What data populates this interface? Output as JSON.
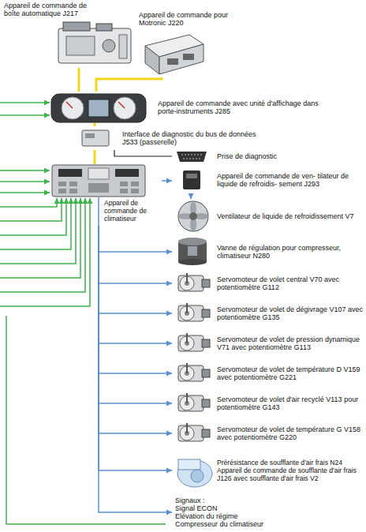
{
  "diagram": {
    "nodes": [
      {
        "text": [
          "Appareil de commande de boîte automatique J217"
        ]
      },
      {
        "text": [
          "Appareil de commande pour Motronic J220"
        ]
      },
      {
        "text": [
          "Appareil de commande avec unité d'affichage dans porte-instruments J285"
        ]
      },
      {
        "text": [
          "Interface de diagnostic du bus de données J533 (passerelle)"
        ]
      },
      {
        "text": [
          "Prise de diagnostic"
        ]
      },
      {
        "text": [
          "Appareil de commande de ven- tilateur de liquide de refroidis- sement J293"
        ]
      },
      {
        "text": [
          "Appareil de commande de climatiseur"
        ]
      },
      {
        "text": [
          "Ventilateur de liquide de refroidissement V7"
        ]
      },
      {
        "text": [
          "Vanne de régulation pour compresseur, climatiseur N280"
        ]
      },
      {
        "text": [
          "Servomoteur de volet central V70 avec potentiomètre G112"
        ]
      },
      {
        "text": [
          "Servomoteur de volet de dégivrage V107 avec potentiomètre G135"
        ]
      },
      {
        "text": [
          "Servomoteur de volet de pression dynamique V71 avec potentiomètre G113"
        ]
      },
      {
        "text": [
          "Servomoteur de volet de température D V159 avec potentiomètre G221"
        ]
      },
      {
        "text": [
          "Servomoteur de volet d'air recyclé V113 pour potentiomètre G143"
        ]
      },
      {
        "text": [
          "Servomoteur de volet de température G V158 avec potentiomètre G220"
        ]
      },
      {
        "text": [
          "Prérésistance de soufflante d'air frais N24",
          "Appareil de commande de soufflante d'air frais J126 avec soufflante d'air frais V2"
        ]
      },
      {
        "text": [
          "Signaux :",
          "Signal ECON",
          "Elévation du régime",
          "Compresseur du climatiseur"
        ]
      }
    ],
    "edges": [
      {
        "from": 0,
        "to": 2,
        "arrow": "none"
      },
      {
        "from": 1,
        "to": 2,
        "arrow": "none"
      },
      {
        "from": 2,
        "to": 3,
        "arrow": "none"
      },
      {
        "from": 3,
        "to": 6,
        "arrow": "none"
      },
      {
        "from": 3,
        "to": 4,
        "arrow": "none"
      },
      {
        "from": 6,
        "to": 5,
        "arrow": "to"
      },
      {
        "from": 5,
        "to": 7,
        "arrow": "to"
      },
      {
        "from": 6,
        "to": 8,
        "arrow": "to"
      },
      {
        "from": 6,
        "to": 9,
        "arrow": "to"
      },
      {
        "from": 6,
        "to": 10,
        "arrow": "to"
      },
      {
        "from": 6,
        "to": 11,
        "arrow": "to"
      },
      {
        "from": 6,
        "to": 12,
        "arrow": "to"
      },
      {
        "from": 6,
        "to": 13,
        "arrow": "to"
      },
      {
        "from": 6,
        "to": 14,
        "arrow": "to"
      },
      {
        "from": 6,
        "to": 15,
        "arrow": "to"
      },
      {
        "from": 6,
        "to": 16,
        "arrow": "to"
      }
    ]
  }
}
